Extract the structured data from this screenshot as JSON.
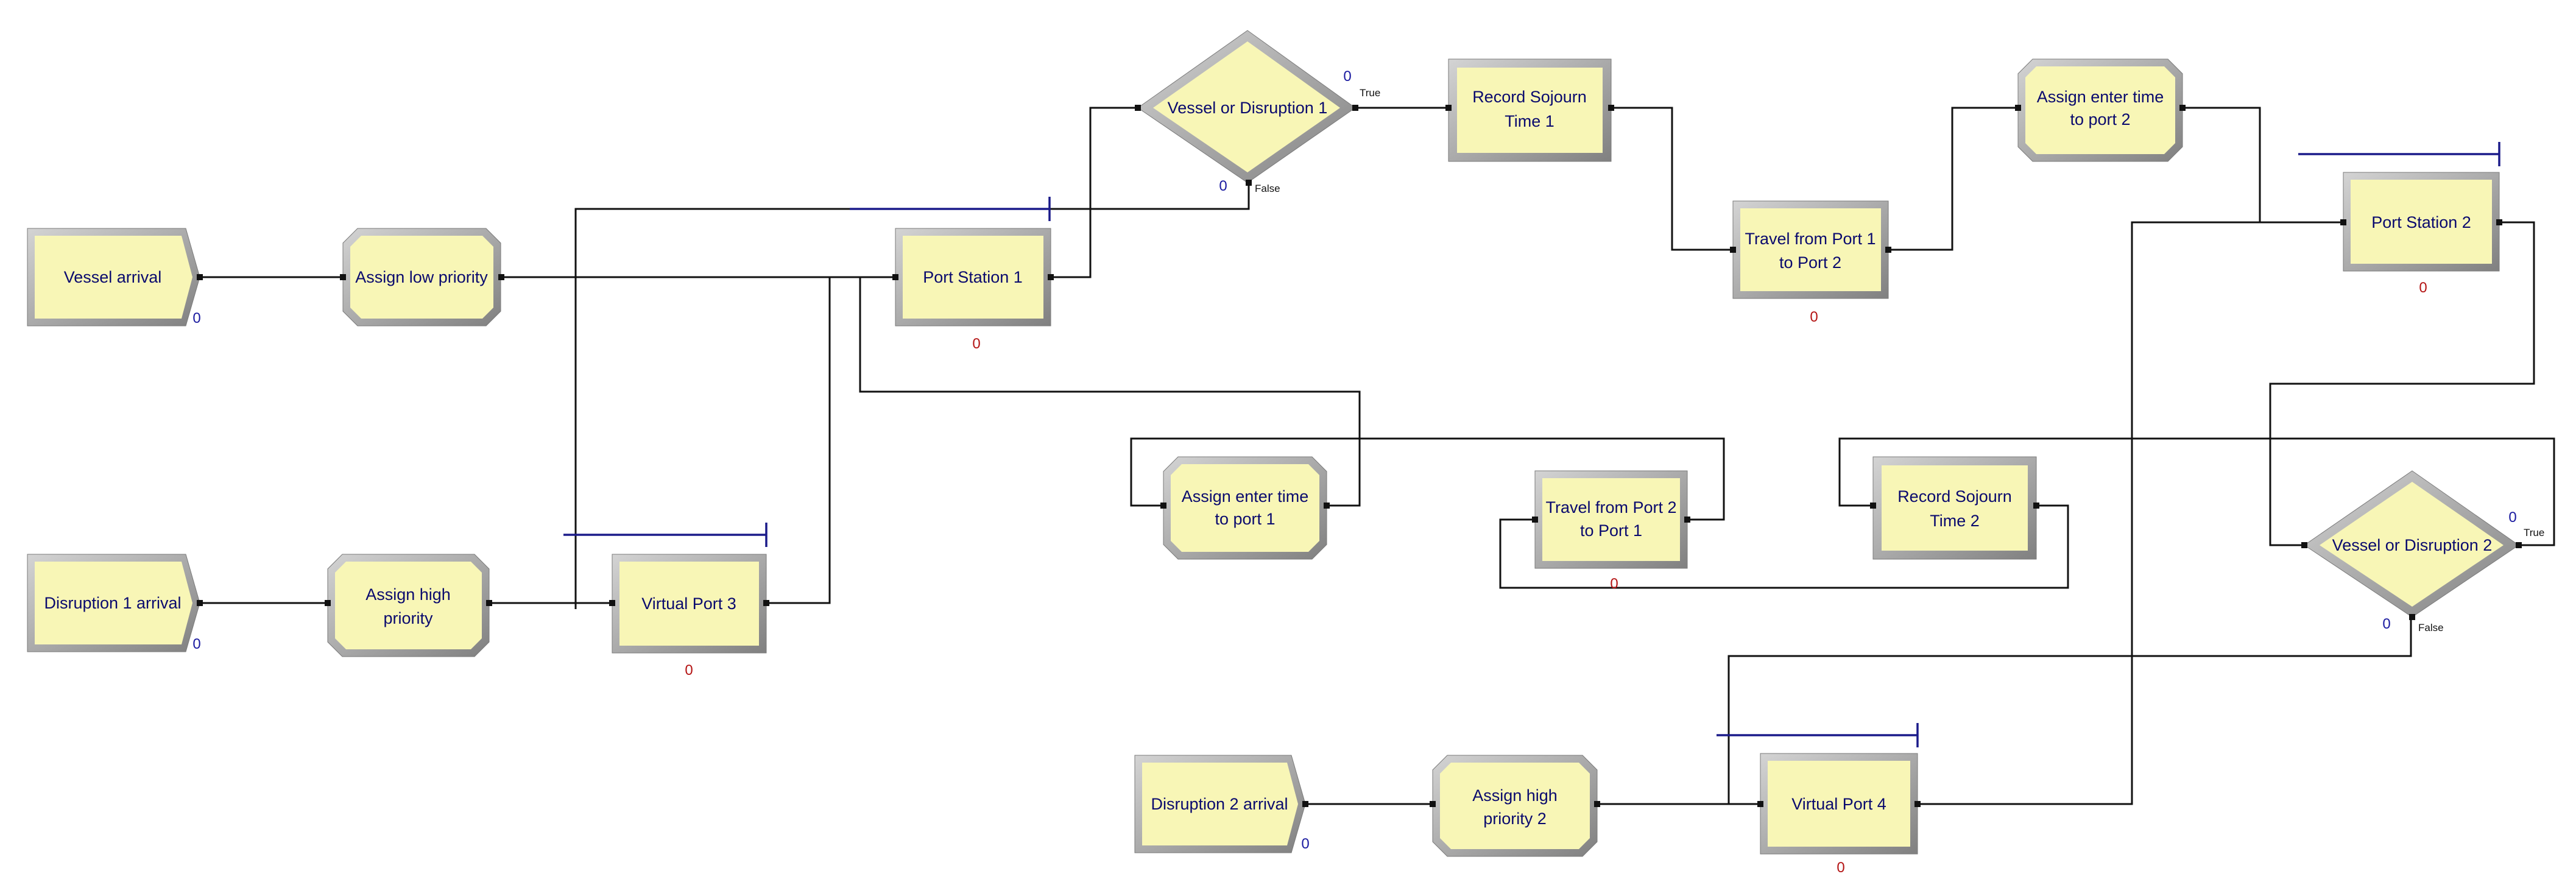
{
  "modules": {
    "vessel_arrival": {
      "label": "Vessel arrival",
      "counter": "0"
    },
    "assign_low_priority": {
      "label": "Assign low priority"
    },
    "port_station_1": {
      "label": "Port Station 1",
      "counter": "0"
    },
    "vessel_or_disruption_1": {
      "label": "Vessel or Disruption 1",
      "true_label": "True",
      "false_label": "False",
      "true_counter": "0",
      "false_counter": "0"
    },
    "record_sojourn_time_1": {
      "label_line1": "Record Sojourn",
      "label_line2": "Time 1"
    },
    "travel_port1_to_port2": {
      "label_line1": "Travel from Port 1",
      "label_line2": "to Port 2",
      "counter": "0"
    },
    "assign_enter_time_port2": {
      "label_line1": "Assign enter time",
      "label_line2": "to port 2"
    },
    "port_station_2": {
      "label": "Port Station 2",
      "counter": "0"
    },
    "disruption_1_arrival": {
      "label": "Disruption 1 arrival",
      "counter": "0"
    },
    "assign_high_priority": {
      "label_line1": "Assign high",
      "label_line2": "priority"
    },
    "virtual_port_3": {
      "label": "Virtual Port 3",
      "counter": "0"
    },
    "assign_enter_time_port1": {
      "label_line1": "Assign enter time",
      "label_line2": "to port 1"
    },
    "travel_port2_to_port1": {
      "label_line1": "Travel from Port 2",
      "label_line2": "to Port 1",
      "counter": "0"
    },
    "record_sojourn_time_2": {
      "label_line1": "Record Sojourn",
      "label_line2": "Time 2"
    },
    "vessel_or_disruption_2": {
      "label": "Vessel or Disruption 2",
      "true_label": "True",
      "false_label": "False",
      "true_counter": "0",
      "false_counter": "0"
    },
    "disruption_2_arrival": {
      "label": "Disruption 2 arrival",
      "counter": "0"
    },
    "assign_high_priority_2": {
      "label_line1": "Assign high",
      "label_line2": "priority 2"
    },
    "virtual_port_4": {
      "label": "Virtual Port 4",
      "counter": "0"
    }
  },
  "colors": {
    "module_fill": "#f8f6b6",
    "module_frame": "#9c9c9c",
    "label": "#0a0a6e",
    "counter_blue": "#1a1aa0",
    "counter_red": "#b41414",
    "queue_line": "#1b1b8a",
    "connector": "#111111"
  }
}
